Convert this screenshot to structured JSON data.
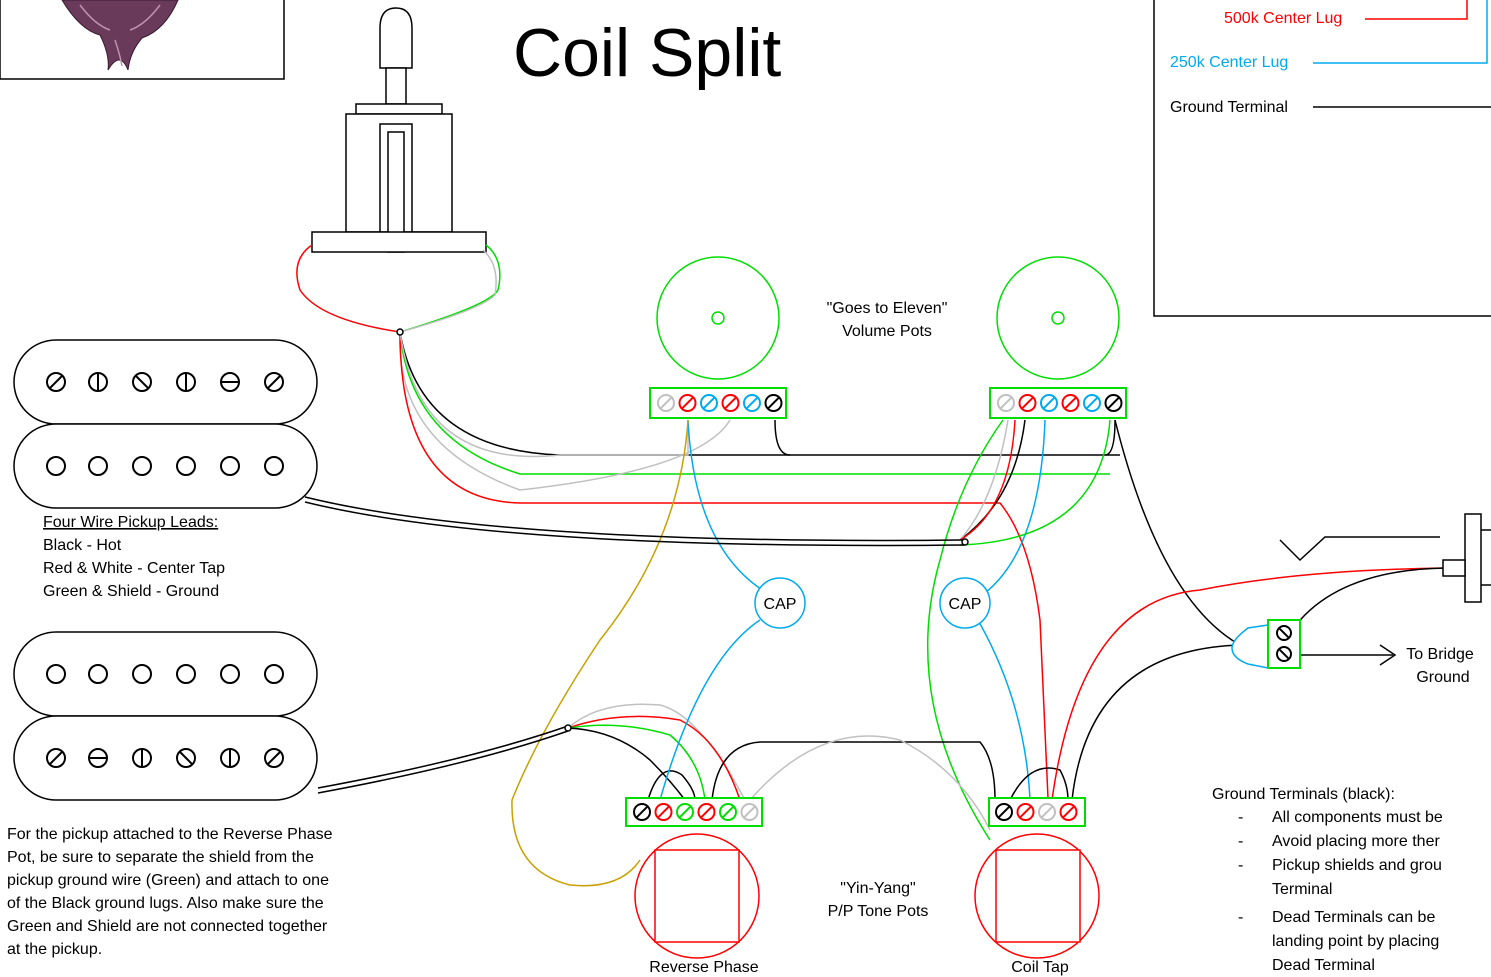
{
  "title": "Coil Split",
  "legend": {
    "items": [
      {
        "text": "500k Center Lug",
        "color": "#ff0000"
      },
      {
        "text": "250k Center Lug",
        "color": "#00aaee"
      },
      {
        "text": "Ground Terminal",
        "color": "#000000"
      }
    ]
  },
  "volume_pots_label": [
    "\"Goes to Eleven\"",
    "Volume Pots"
  ],
  "tone_pots_label": [
    "\"Yin-Yang\"",
    "P/P Tone Pots"
  ],
  "pickup_leads": {
    "heading": "Four Wire Pickup Leads:",
    "lines": [
      "Black - Hot",
      "Red & White - Center Tap",
      "Green & Shield - Ground"
    ]
  },
  "reverse_phase_note": [
    "For the pickup attached to the Reverse Phase",
    "Pot, be sure to separate the shield from the",
    "pickup ground wire (Green) and attach to one",
    "of the Black ground lugs.  Also make sure the",
    "Green and Shield are not connected together",
    "at the pickup."
  ],
  "cap_label": "CAP",
  "reverse_phase_label": "Reverse Phase",
  "coil_tap_label": "Coil Tap",
  "bridge_label": [
    "To Bridge",
    "Ground"
  ],
  "ground_notes": {
    "heading": "Ground Terminals (black):",
    "bullet": "-",
    "items": [
      [
        "All components must be"
      ],
      [
        "Avoid placing more ther"
      ],
      [
        "Pickup shields and grou",
        "Terminal"
      ],
      [
        "Dead Terminals can be",
        "landing point by placing",
        "Dead Terminal"
      ]
    ]
  },
  "colors": {
    "red": "#ff0000",
    "blue": "#00aaee",
    "green": "#00dd00",
    "gray": "#c0c0c0",
    "gold": "#c8a000",
    "black": "#000000"
  }
}
